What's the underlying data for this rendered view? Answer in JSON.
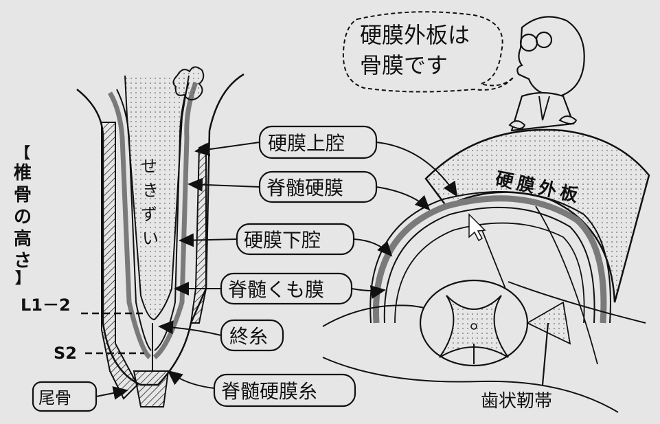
{
  "speech_bubble": {
    "line1": "硬膜外板は",
    "line2": "骨膜です"
  },
  "side_label": {
    "open": "【",
    "chars": [
      "椎",
      "骨",
      "の",
      "高",
      "さ"
    ],
    "close": "】"
  },
  "markers": {
    "l1_2": "L1－2",
    "s2": "S2"
  },
  "sekizui_chars": [
    "せ",
    "き",
    "ず",
    "い"
  ],
  "labels": {
    "epidural_space": "硬膜上腔",
    "dura_mater": "脊髄硬膜",
    "subdural_space": "硬膜下腔",
    "arachnoid": "脊髄くも膜",
    "filum_terminale": "終糸",
    "dural_filum": "脊髄硬膜糸",
    "coccyx": "尾骨",
    "epidural_plate": "硬膜外板",
    "denticulate_ligament": "歯状靭帯"
  },
  "colors": {
    "background": "#e6e6e6",
    "ink": "#111111",
    "dura_gray": "#7a7a7a"
  }
}
